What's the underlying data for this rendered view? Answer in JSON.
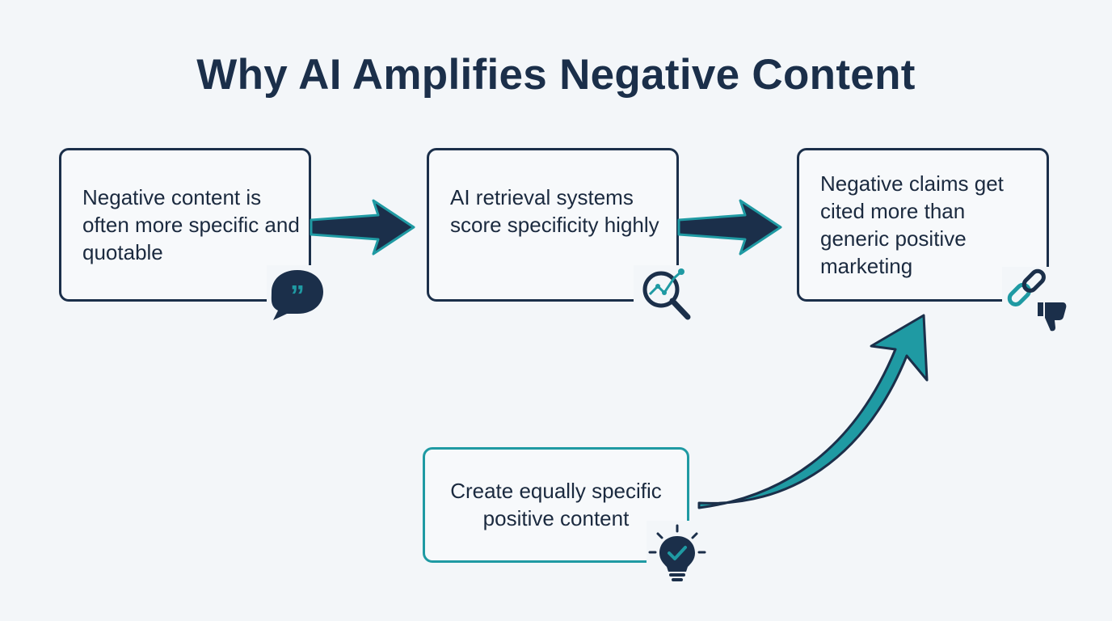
{
  "title": "Why AI Amplifies Negative Content",
  "steps": [
    {
      "text": "Negative content is often more specific and quotable",
      "icon": "quote-bubble-icon"
    },
    {
      "text": "AI retrieval systems score specificity highly",
      "icon": "magnifier-chart-icon"
    },
    {
      "text": "Negative claims get cited more than generic positive marketing",
      "icon": "link-thumbs-down-icon"
    }
  ],
  "solution": {
    "text": "Create equally specific positive content",
    "icon": "lightbulb-check-icon"
  },
  "colors": {
    "navy": "#1b2f4a",
    "teal": "#1f9aa3"
  }
}
